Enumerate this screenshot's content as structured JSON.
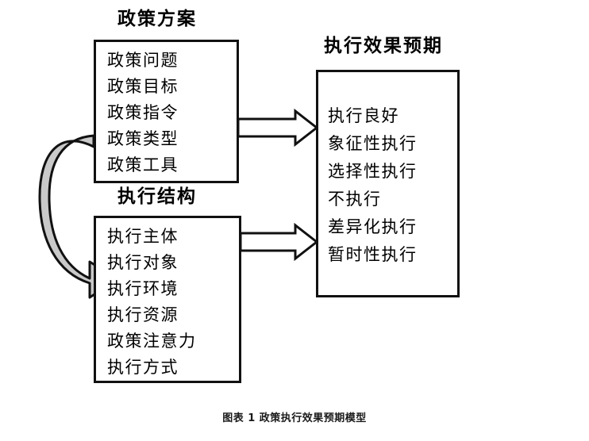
{
  "figure": {
    "caption": "图表 1 政策执行效果预期模型",
    "background_color": "#ffffff",
    "stroke_color": "#111111",
    "curved_arrow_fill": "#c9c9c9"
  },
  "groups": {
    "policy": {
      "title": "政策方案",
      "items": [
        "政策问题",
        "政策目标",
        "政策指令",
        "政策类型",
        "政策工具"
      ]
    },
    "structure": {
      "title": "执行结构",
      "items": [
        "执行主体",
        "执行对象",
        "执行环境",
        "执行资源",
        "政策注意力",
        "执行方式"
      ]
    },
    "effect": {
      "title": "执行效果预期",
      "items": [
        "执行良好",
        "象征性执行",
        "选择性执行",
        "不执行",
        "差异化执行",
        "暂时性执行"
      ]
    }
  },
  "connectors": [
    {
      "name": "policy-to-effect",
      "kind": "block-arrow",
      "direction": "right",
      "from": "policy",
      "to": "effect"
    },
    {
      "name": "structure-to-effect",
      "kind": "block-arrow",
      "direction": "right",
      "from": "structure",
      "to": "effect"
    },
    {
      "name": "policy-to-structure",
      "kind": "curved-block-arrow",
      "direction": "down",
      "from": "policy",
      "to": "structure"
    }
  ]
}
